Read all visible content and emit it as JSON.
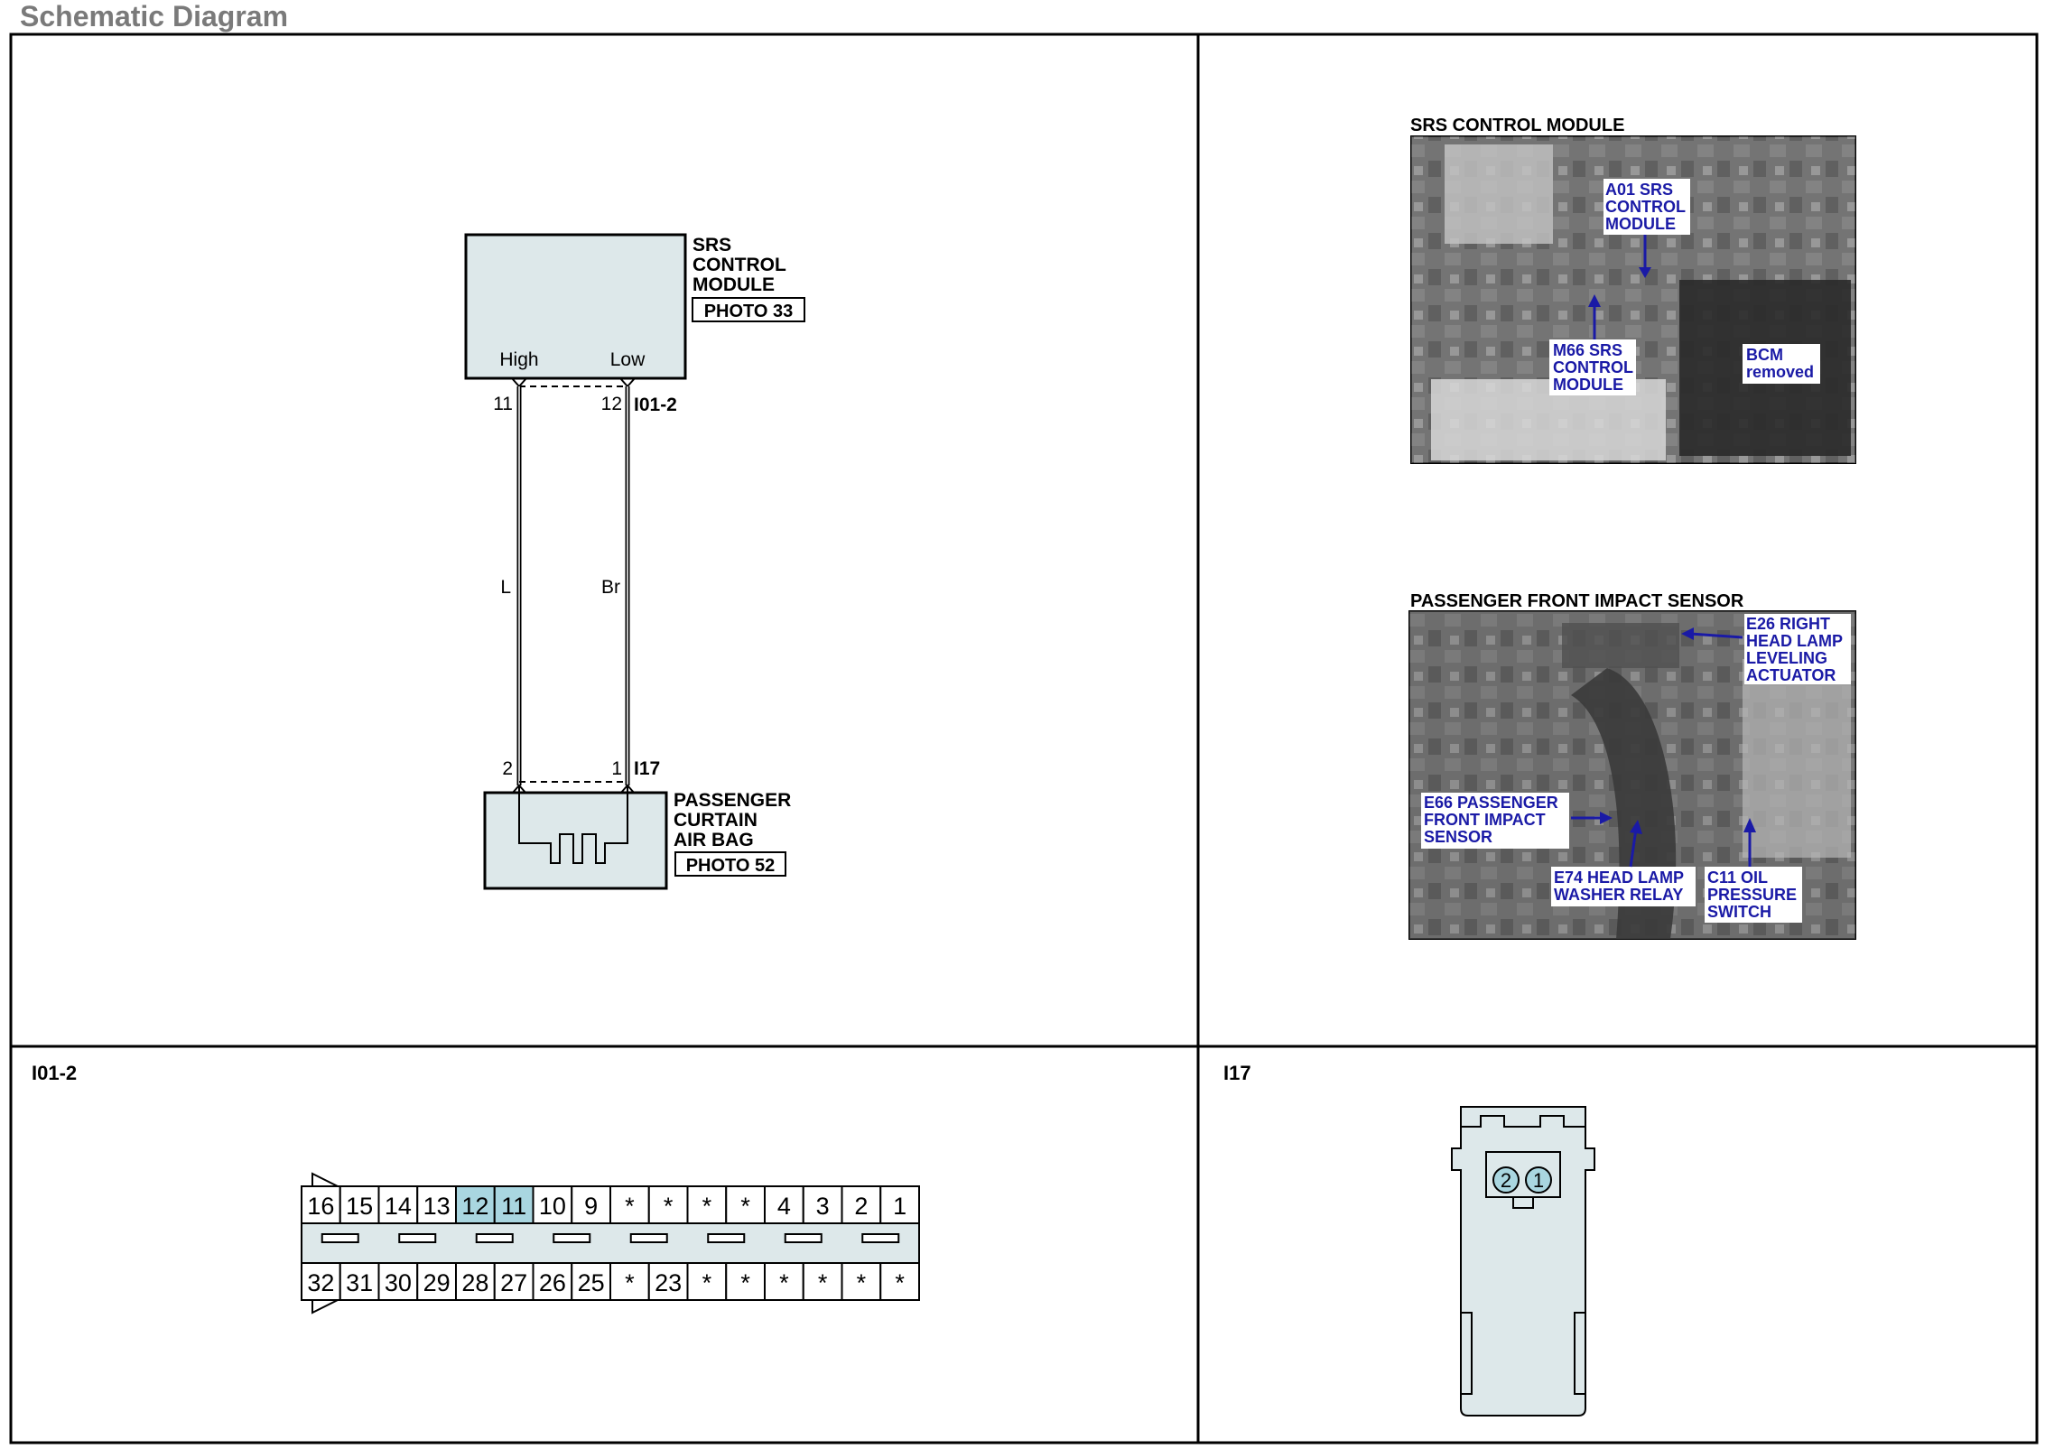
{
  "page_title": "Schematic Diagram",
  "colors": {
    "component_fill": "#dde8ea",
    "highlight_pin": "#a9d6e0",
    "label_blue": "#1a1aa6",
    "frame": "#000000"
  },
  "schematic": {
    "srs_module": {
      "name_line1": "SRS",
      "name_line2": "CONTROL",
      "name_line3": "MODULE",
      "photo_ref": "PHOTO 33",
      "terminal_high": "High",
      "terminal_low": "Low"
    },
    "connector_top": {
      "id": "I01-2",
      "pin_left": "11",
      "pin_right": "12"
    },
    "wires": {
      "left_color": "L",
      "right_color": "Br"
    },
    "connector_bottom": {
      "id": "I17",
      "pin_left": "2",
      "pin_right": "1"
    },
    "airbag": {
      "name_line1": "PASSENGER",
      "name_line2": "CURTAIN",
      "name_line3": "AIR BAG",
      "photo_ref": "PHOTO 52"
    }
  },
  "photos": {
    "srs": {
      "title": "SRS CONTROL MODULE",
      "callout_a01": [
        "A01 SRS",
        "CONTROL",
        "MODULE"
      ],
      "callout_m66": [
        "M66 SRS",
        "CONTROL",
        "MODULE"
      ],
      "callout_bcm": [
        "BCM",
        "removed"
      ]
    },
    "impact": {
      "title": "PASSENGER FRONT IMPACT SENSOR",
      "callout_e26": [
        "E26 RIGHT",
        "HEAD LAMP",
        "LEVELING",
        "ACTUATOR"
      ],
      "callout_e66": [
        "E66 PASSENGER",
        "FRONT IMPACT",
        "SENSOR"
      ],
      "callout_e74": [
        "E74 HEAD LAMP",
        "WASHER RELAY"
      ],
      "callout_c11": [
        "C11 OIL",
        "PRESSURE",
        "SWITCH"
      ]
    }
  },
  "connector_i01_2": {
    "label": "I01-2",
    "top_row": [
      "16",
      "15",
      "14",
      "13",
      "12",
      "11",
      "10",
      "9",
      "*",
      "*",
      "*",
      "*",
      "4",
      "3",
      "2",
      "1"
    ],
    "bottom_row": [
      "32",
      "31",
      "30",
      "29",
      "28",
      "27",
      "26",
      "25",
      "*",
      "23",
      "*",
      "*",
      "*",
      "*",
      "*",
      "*"
    ],
    "highlighted": [
      "12",
      "11"
    ]
  },
  "connector_i17": {
    "label": "I17",
    "pins": [
      "2",
      "1"
    ]
  }
}
